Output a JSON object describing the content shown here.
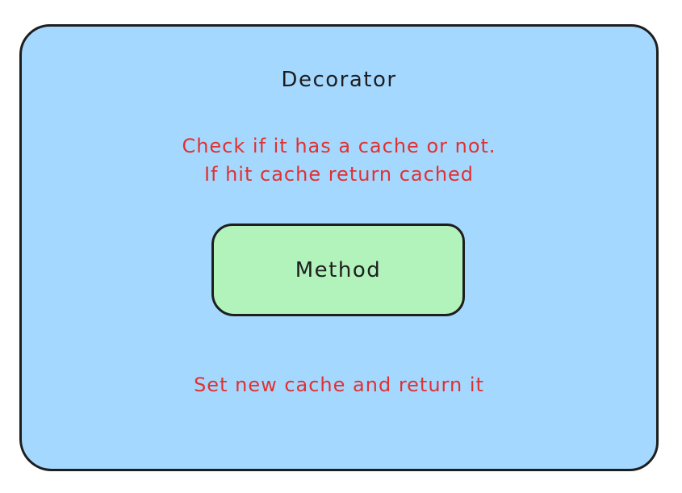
{
  "diagram": {
    "title": "Decorator",
    "note_top": {
      "line1": "Check if it has a cache or not.",
      "line2": "If hit cache return cached"
    },
    "method_box": {
      "label": "Method"
    },
    "note_bottom": "Set new cache and return it",
    "colors": {
      "container_fill": "#a5d8ff",
      "method_fill": "#b2f2bb",
      "stroke": "#1e1e1e",
      "note_color": "#e03131"
    }
  }
}
